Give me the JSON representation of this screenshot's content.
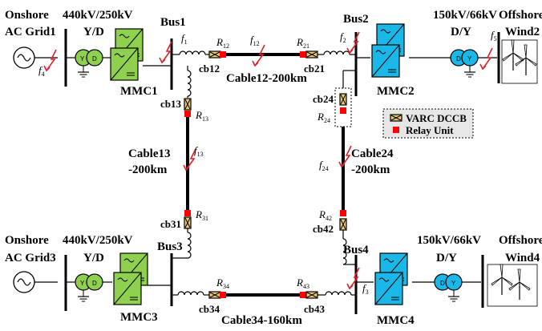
{
  "labels": {
    "onshore1": "Onshore",
    "grid1": "AC Grid1",
    "xfmr1_rating": "440kV/250kV",
    "xfmr1_conn": "Y/D",
    "bus1": "Bus1",
    "bus2": "Bus2",
    "bus3": "Bus3",
    "bus4": "Bus4",
    "mmc1": "MMC1",
    "mmc2": "MMC2",
    "mmc3": "MMC3",
    "mmc4": "MMC4",
    "xfmr2_rating": "150kV/66kV",
    "xfmr2_conn": "D/Y",
    "offshore2": "Offshore",
    "wind2": "Wind2",
    "onshore3": "Onshore",
    "grid3": "AC Grid3",
    "xfmr3_rating": "440kV/250kV",
    "xfmr3_conn": "Y/D",
    "xfmr4_rating": "150kV/66kV",
    "xfmr4_conn": "D/Y",
    "offshore4": "Offshore",
    "wind4": "Wind4",
    "cable12": "Cable12-200km",
    "cable13_a": "Cable13",
    "cable13_b": "-200km",
    "cable24_a": "Cable24",
    "cable24_b": "-200km",
    "cable34": "Cable34-160km",
    "cb12": "cb12",
    "cb21": "cb21",
    "cb13": "cb13",
    "cb24": "cb24",
    "cb31": "cb31",
    "cb42": "cb42",
    "cb34": "cb34",
    "cb43": "cb43",
    "legend_dccb": "VARC DCCB",
    "legend_relay": "Relay Unit"
  },
  "relays": {
    "R12": {
      "r": "R",
      "s": "12"
    },
    "R21": {
      "r": "R",
      "s": "21"
    },
    "R13": {
      "r": "R",
      "s": "13"
    },
    "R24": {
      "r": "R",
      "s": "24"
    },
    "R31": {
      "r": "R",
      "s": "31"
    },
    "R42": {
      "r": "R",
      "s": "42"
    },
    "R34": {
      "r": "R",
      "s": "34"
    },
    "R43": {
      "r": "R",
      "s": "43"
    }
  },
  "faults": {
    "f1": {
      "f": "f",
      "s": "1"
    },
    "f2": {
      "f": "f",
      "s": "2"
    },
    "f3": {
      "f": "f",
      "s": "3"
    },
    "f4": {
      "f": "f",
      "s": "4"
    },
    "f5": {
      "f": "f",
      "s": "5"
    },
    "f12": {
      "f": "f",
      "s": "12"
    },
    "f13": {
      "f": "f",
      "s": "13"
    },
    "f24": {
      "f": "f",
      "s": "24"
    }
  },
  "colors": {
    "mmc_onshore": "#8fd14f",
    "mmc_offshore": "#1ab8e8",
    "xfmr_onshore": "#8fd14f",
    "xfmr_offshore": "#1ab8e8",
    "relay": "#ff0000",
    "fault": "#e0202a",
    "dccb": "#e8c97a",
    "cable": "#000000"
  }
}
